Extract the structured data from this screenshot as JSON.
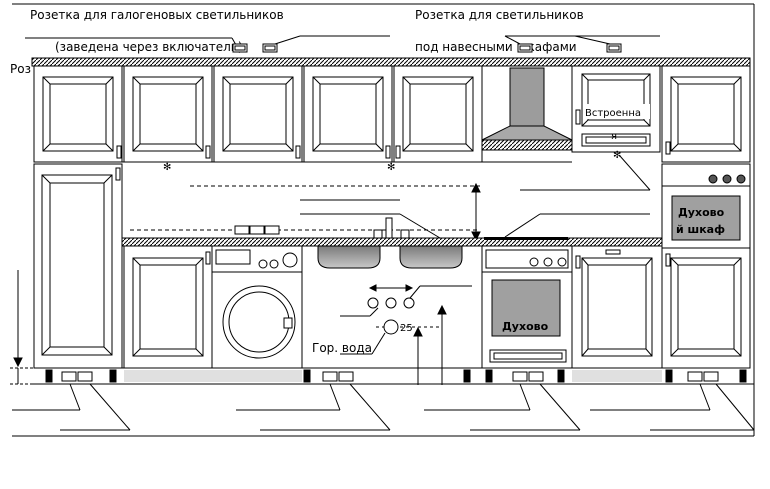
{
  "labels": {
    "halogen_outlet": "Розетка для галогеновых светильников",
    "halogen_note": "(заведена через включатель)",
    "lights_outlet": "Розетка для светильников",
    "lights_note": "под навесными шкафами",
    "left_cut": "Роз",
    "builtin_line1": "Встроенна",
    "builtin_line2": "я",
    "oven_cabinet_line1": "Духово",
    "oven_cabinet_line2": "й шкаф",
    "oven": "Духово",
    "hot_water": "Гор. вода",
    "pipe_size": "25"
  }
}
